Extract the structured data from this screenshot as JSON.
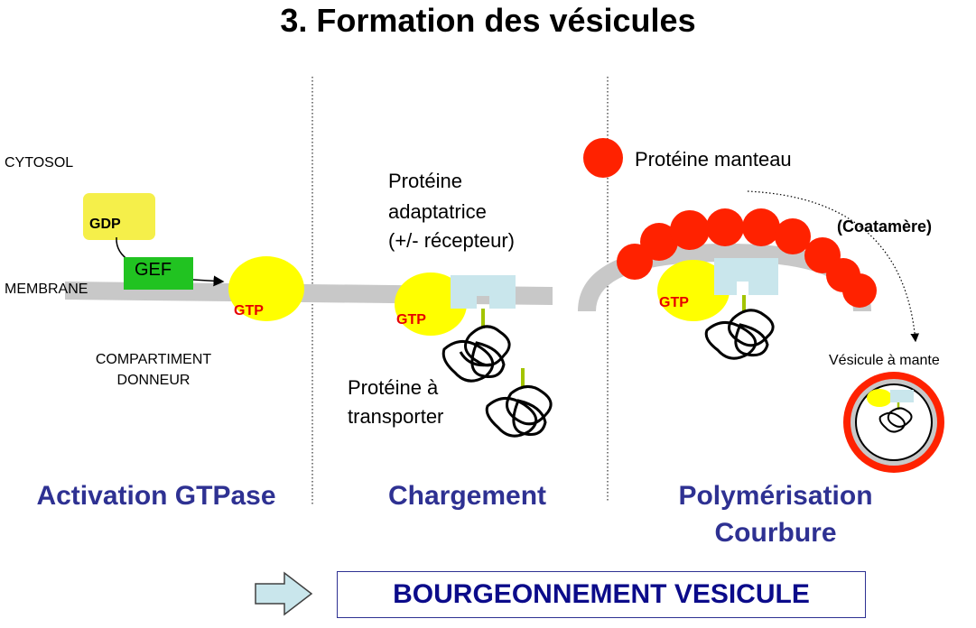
{
  "title": "3. Formation des vésicules",
  "regions": {
    "cytosol": "CYTOSOL",
    "membrane": "MEMBRANE",
    "compartment_line1": "COMPARTIMENT",
    "compartment_line2": "DONNEUR"
  },
  "molecules": {
    "gdp": "GDP",
    "gef": "GEF",
    "gtp": "GTP"
  },
  "labels": {
    "adaptor_line1": "Protéine",
    "adaptor_line2": "adaptatrice",
    "adaptor_line3": "(+/- récepteur)",
    "cargo_line1": "Protéine à",
    "cargo_line2": "transporter",
    "coat_protein": "Protéine manteau",
    "coatamer": "(Coatamère)",
    "coated_vesicle": "Vésicule à mante"
  },
  "steps": {
    "activation": "Activation GTPase",
    "loading": "Chargement",
    "polymerisation_line1": "Polymérisation",
    "polymerisation_line2": "Courbure"
  },
  "banner": "BOURGEONNEMENT VESICULE",
  "colors": {
    "gtpase": "#ffff00",
    "gdp_box": "#f5ef4a",
    "gef_box": "#21c321",
    "coat": "#ff2200",
    "adaptor": "#c9e6ec",
    "membrane": "#c8c8c8",
    "step_text": "#2e3192",
    "gtp_text": "#e60000"
  },
  "icons": [
    "arrow-right-icon",
    "cargo-protein-icon",
    "coat-protein-icon"
  ]
}
